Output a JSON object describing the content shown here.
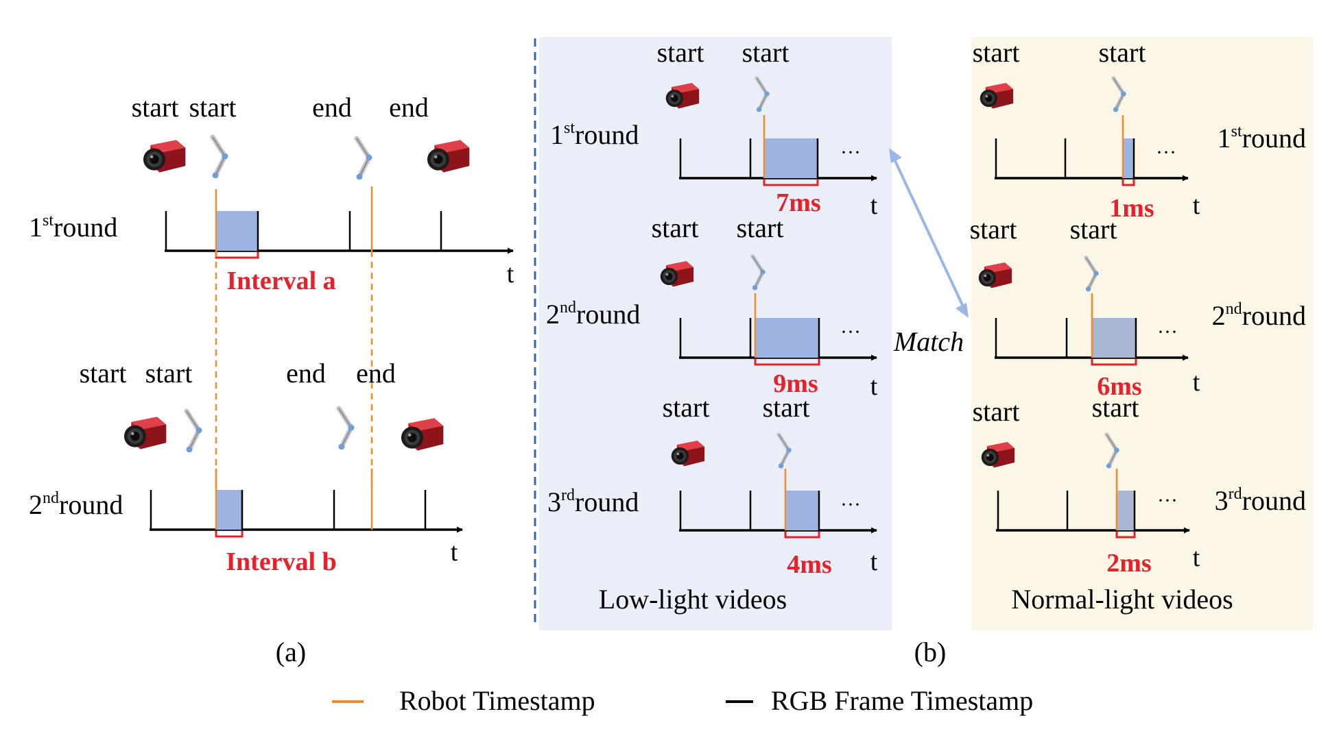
{
  "colors": {
    "robot": "#f08a2c",
    "frame": "#000000",
    "interval_fill": "#9db4e2",
    "measure_red": "#e8202a",
    "low_light_bg": "#e9eef8",
    "normal_light_bg": "#fbf6e5",
    "divider": "#3a62b8",
    "match_arrow": "#9ab6e8",
    "camera_body": "#c0202a"
  },
  "icons": [
    "camera-icon",
    "robot-arm-icon"
  ],
  "word_start": "start",
  "word_end": "end",
  "axis_t": "t",
  "ellipsis": "···",
  "panel_a": {
    "caption": "(a)",
    "rounds": [
      {
        "num": "1",
        "sup": "st",
        "word": "round",
        "interval_label": "Interval a",
        "headers": [
          "start",
          "start",
          "end",
          "end"
        ]
      },
      {
        "num": "2",
        "sup": "nd",
        "word": "round",
        "interval_label": "Interval b",
        "headers": [
          "start",
          "start",
          "end",
          "end"
        ]
      }
    ]
  },
  "panel_b": {
    "caption": "(b)",
    "match_label": "Match",
    "low_light": {
      "title": "Low-light videos",
      "rounds": [
        {
          "num": "1",
          "sup": "st",
          "word": "round",
          "delay": "7ms",
          "delay_ms": 7
        },
        {
          "num": "2",
          "sup": "nd",
          "word": "round",
          "delay": "9ms",
          "delay_ms": 9
        },
        {
          "num": "3",
          "sup": "rd",
          "word": "round",
          "delay": "4ms",
          "delay_ms": 4
        }
      ]
    },
    "normal_light": {
      "title": "Normal-light videos",
      "rounds": [
        {
          "num": "1",
          "sup": "st",
          "word": "round",
          "delay": "1ms",
          "delay_ms": 1
        },
        {
          "num": "2",
          "sup": "nd",
          "word": "round",
          "delay": "6ms",
          "delay_ms": 6
        },
        {
          "num": "3",
          "sup": "rd",
          "word": "round",
          "delay": "2ms",
          "delay_ms": 2
        }
      ]
    }
  },
  "legend": {
    "robot_label": "Robot Timestamp",
    "frame_label": "RGB Frame Timestamp"
  }
}
